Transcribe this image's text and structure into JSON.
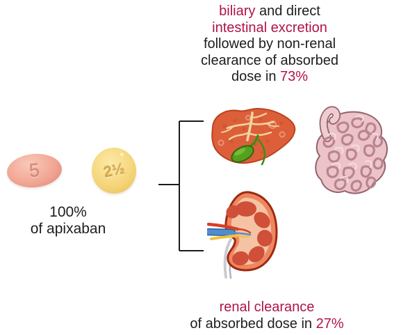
{
  "colors": {
    "accent": "#b01349",
    "text": "#1d1d1d",
    "line": "#1a1a1a",
    "liver": "#dd5f3a",
    "liver_outline": "#bb431f",
    "bile_duct": "#f0d6a0",
    "gallbladder": "#55a01c",
    "intestine": "#ecc3c8",
    "intestine_outline": "#93626c",
    "kidney": "#ee8660",
    "kidney_outline": "#9e2a12",
    "kidney_pyramid": "#cf4f38",
    "renal_vein": "#4e8ecf",
    "renal_artery": "#d64028",
    "ureter_yellow": "#efc23a",
    "pill_pink": "#f2a795",
    "pill_yellow": "#f6d67c"
  },
  "top_note": {
    "l1_accent": "biliary",
    "l1_rest": " and direct",
    "l2_accent": "intestinal excretion",
    "l3": "followed by non-renal",
    "l4": "clearance of absorbed",
    "l5_prefix": "dose in ",
    "l5_accent": "73%"
  },
  "source": {
    "l1": "100%",
    "l2": "of apixaban"
  },
  "bottom_note": {
    "l1_accent": "renal clearance",
    "l2_prefix": "of absorbed dose in ",
    "l2_accent": "27%"
  },
  "pills": {
    "pink_imprint": "5",
    "yellow_imprint": "2½"
  },
  "icons": {
    "liver": "liver-illustration",
    "gallbladder": "gallbladder-icon",
    "intestine": "small-intestine-illustration",
    "kidney": "kidney-cross-section-illustration",
    "bracket": "branch-connector"
  }
}
